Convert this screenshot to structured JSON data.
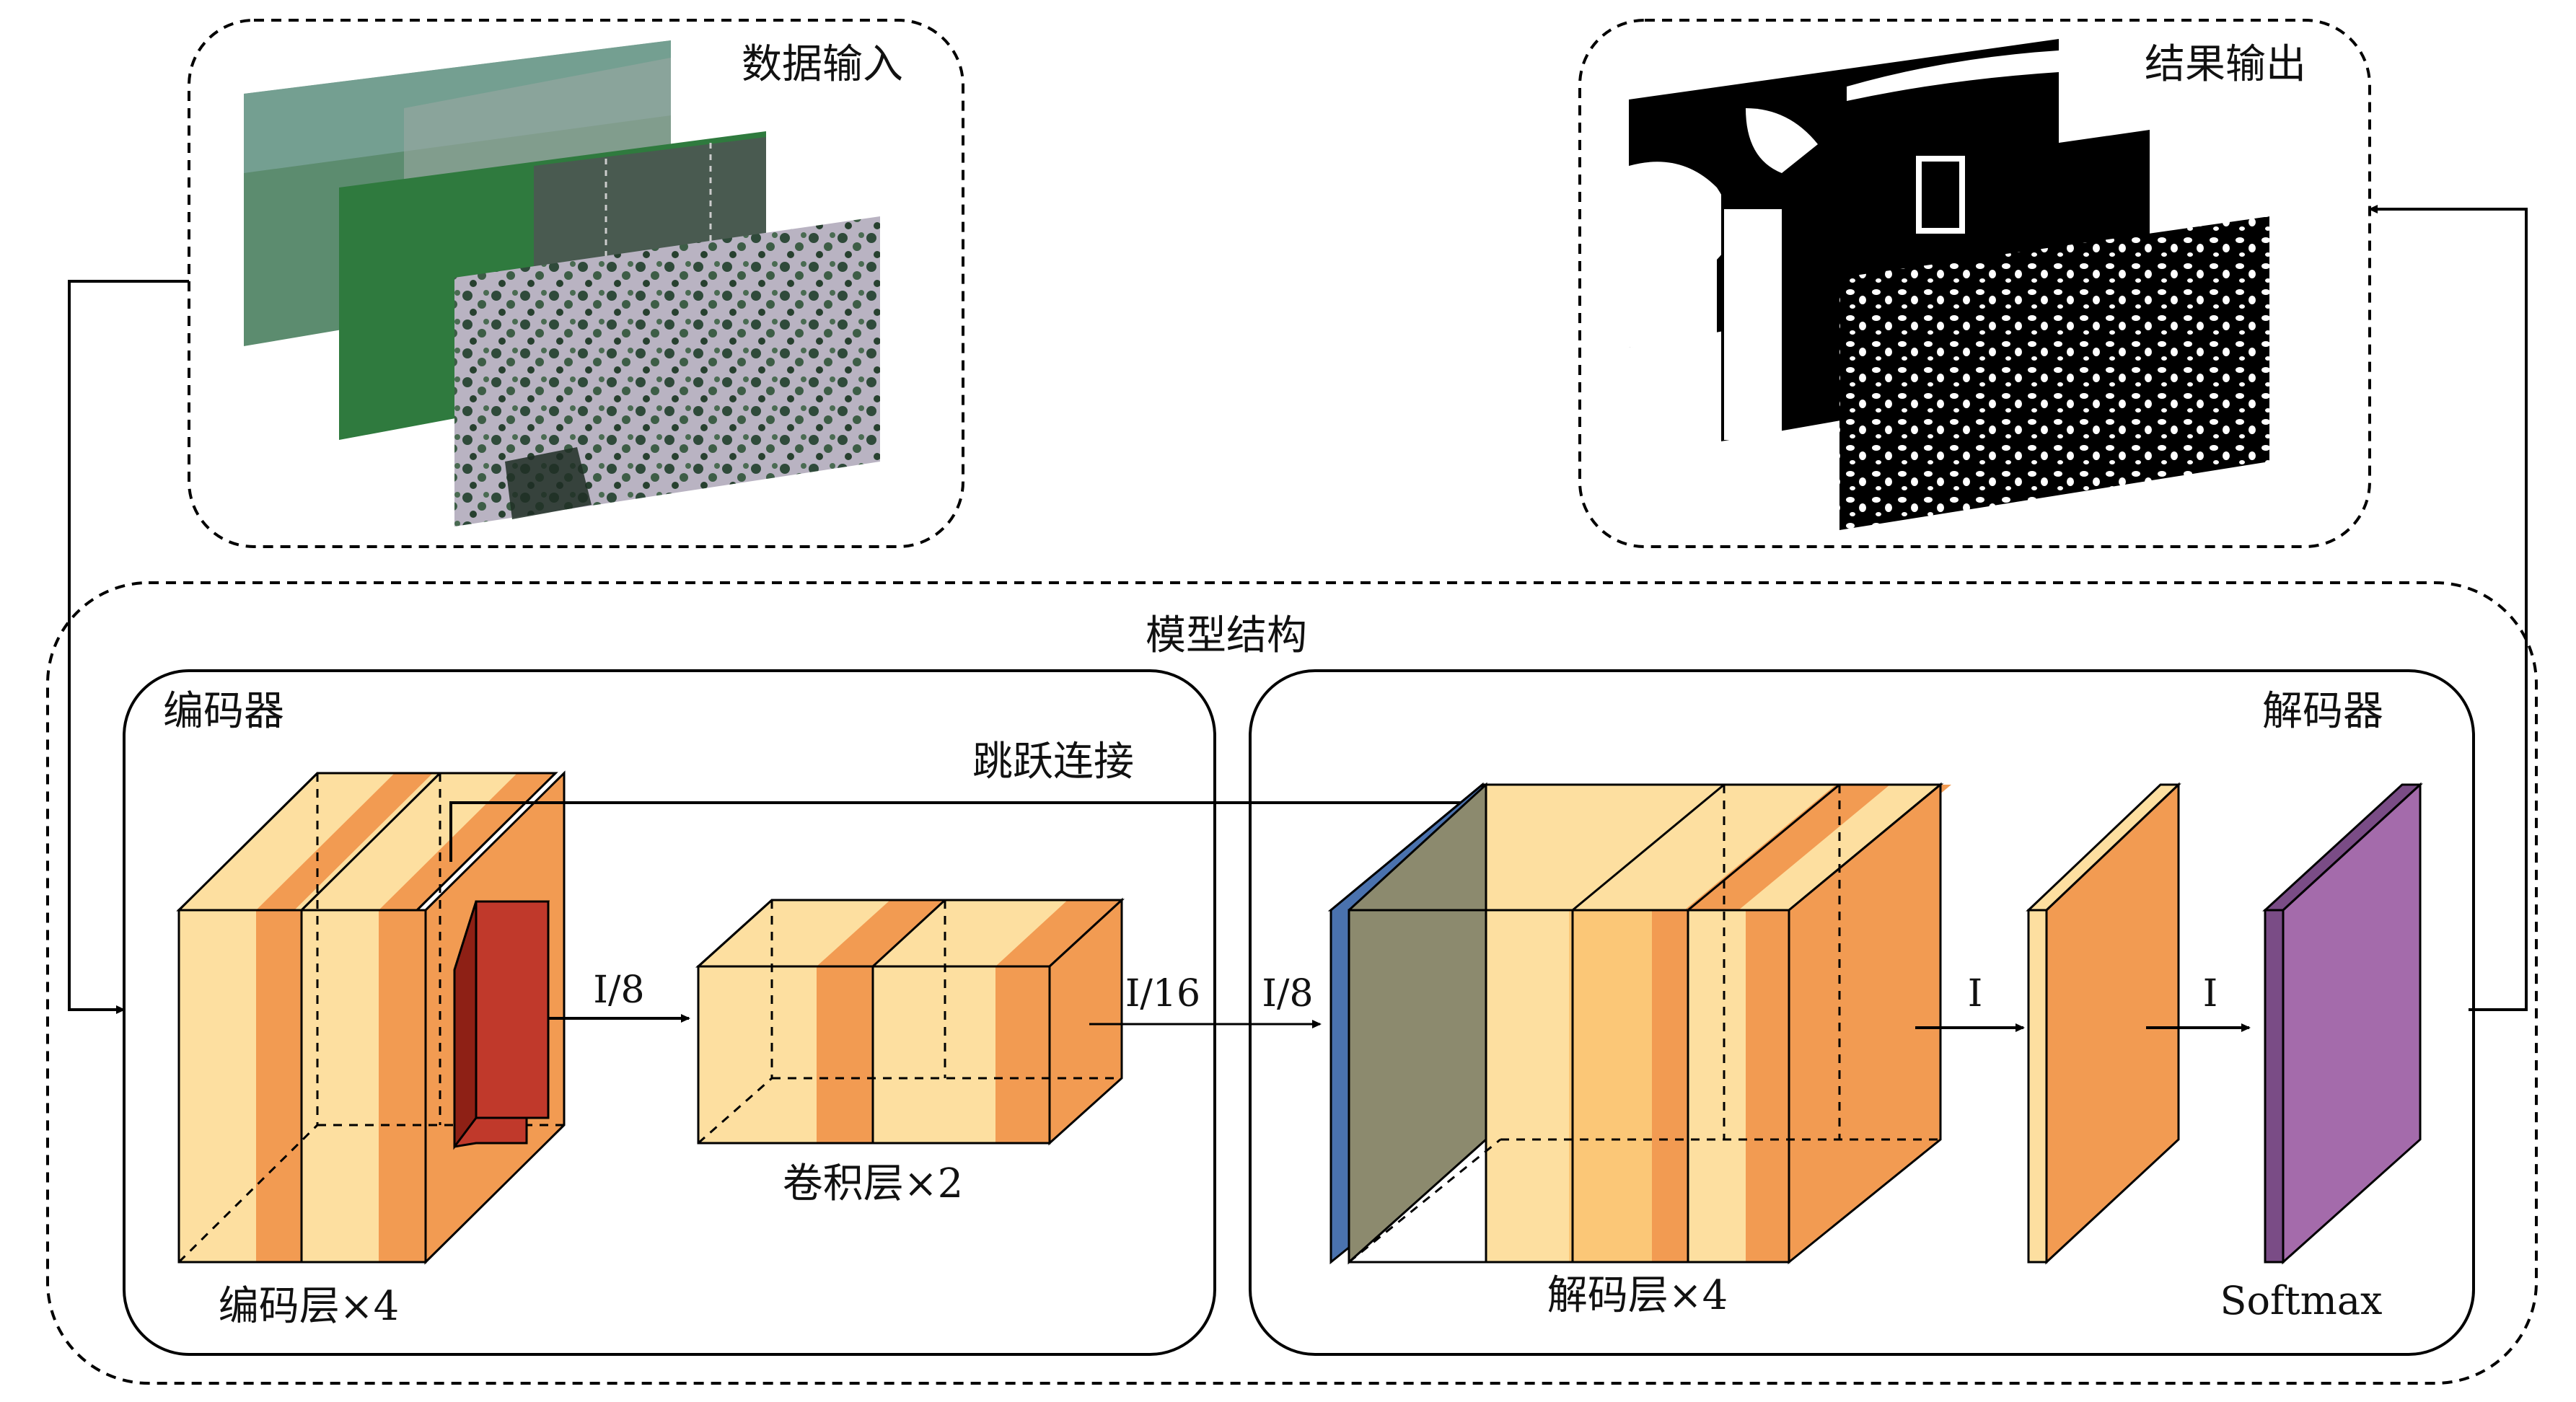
{
  "panels": {
    "input_title": "数据输入",
    "output_title": "结果输出",
    "model_title": "模型结构"
  },
  "encoder": {
    "title": "编码器",
    "skip_label": "跳跃连接",
    "block_label": "编码层×4",
    "conv_label": "卷积层×2"
  },
  "decoder": {
    "title": "解码器",
    "block_label": "解码层×4",
    "softmax_label": "Softmax"
  },
  "arrows": {
    "enc_to_conv": "I/8",
    "conv_out": "I/16",
    "dec_in": "I/8",
    "dec_to_plane": "I",
    "plane_to_softmax": "I"
  },
  "colors": {
    "light_yellow": "#FDDFA0",
    "orange": "#F29B52",
    "dark_red": "#C0392B",
    "blue": "#4A72AE",
    "olive": "#8C8A6E",
    "purple": "#A46BAB"
  }
}
